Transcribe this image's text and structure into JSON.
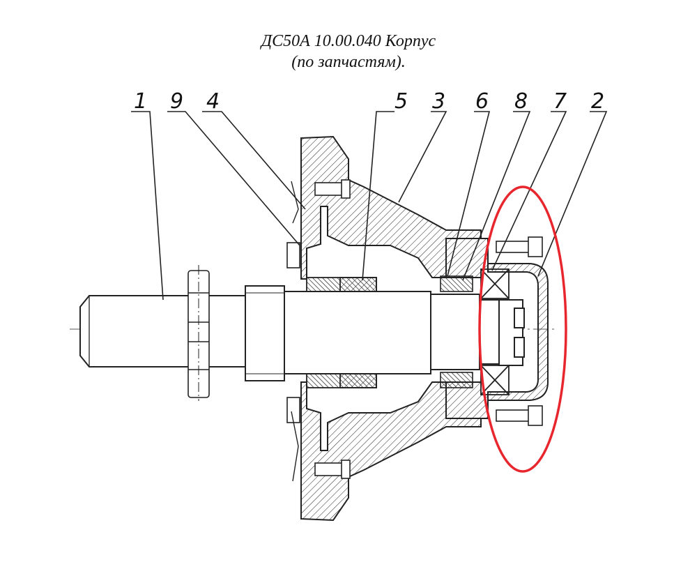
{
  "title": {
    "line1": "ДС50А 10.00.040 Корпус",
    "line2": "(по запчастям)."
  },
  "callouts": [
    {
      "id": "1",
      "label": "1"
    },
    {
      "id": "9",
      "label": "9"
    },
    {
      "id": "4",
      "label": "4"
    },
    {
      "id": "5",
      "label": "5"
    },
    {
      "id": "3",
      "label": "3"
    },
    {
      "id": "6",
      "label": "6"
    },
    {
      "id": "8",
      "label": "8"
    },
    {
      "id": "7",
      "label": "7"
    },
    {
      "id": "2",
      "label": "2"
    }
  ],
  "highlight": {
    "color": "#e8262d",
    "shape": "ellipse"
  }
}
